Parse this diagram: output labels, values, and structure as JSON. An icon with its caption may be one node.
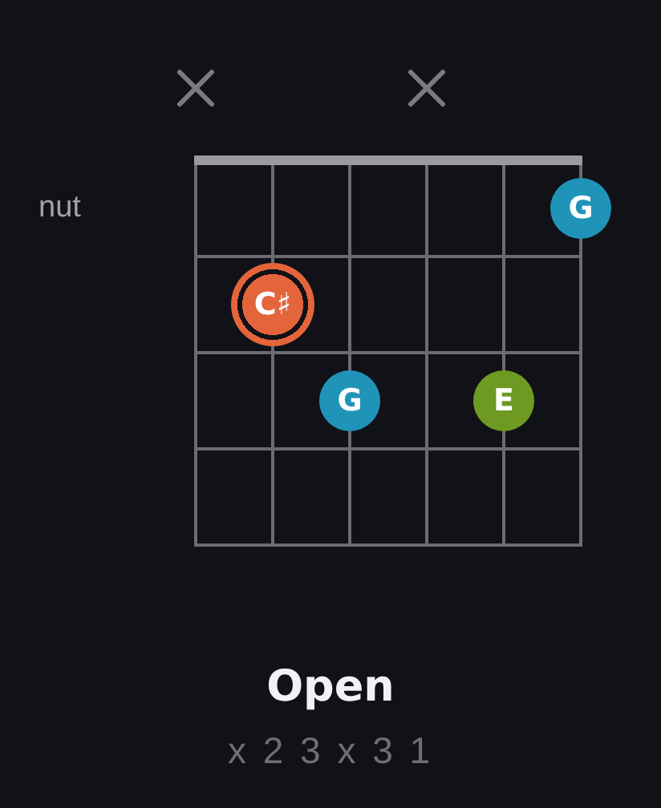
{
  "diagram": {
    "title": "Open",
    "caption": "x 2 3 x 3 1",
    "nodes": [
      {
        "text": [
          "G"
        ]
      },
      {
        "text": [
          "C♯"
        ]
      },
      {
        "text": [
          "G"
        ]
      },
      {
        "text": [
          "E"
        ]
      }
    ],
    "labels": [
      "nut"
    ]
  }
}
